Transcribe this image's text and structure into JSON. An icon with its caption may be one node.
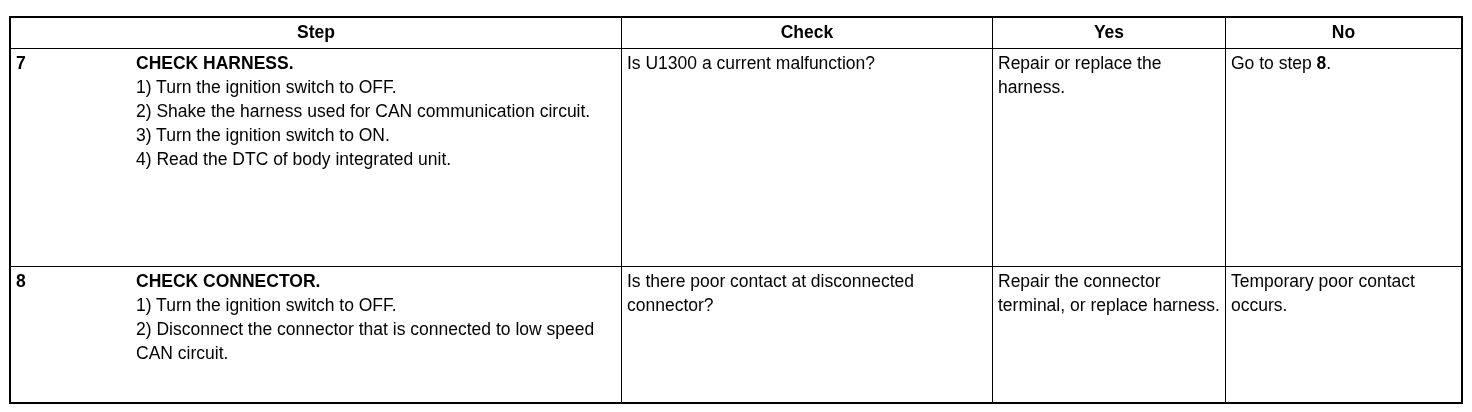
{
  "diagram": {
    "labels": [
      "Step",
      "Check",
      "Yes",
      "No",
      "7",
      "CHECK HARNESS.",
      "1) Turn the ignition switch to OFF.",
      "2) Shake the harness used for CAN communication circuit.",
      "3) Turn the ignition switch to ON.",
      "4) Read the DTC of body integrated unit.",
      "Is U1300 a current malfunction?",
      "Repair or replace the harness.",
      "Go to step **8**.",
      "8",
      "CHECK CONNECTOR.",
      "1) Turn the ignition switch to OFF.",
      "2) Disconnect the connector that is connected to low speed CAN circuit.",
      "Is there poor contact at disconnected connector?",
      "Repair the connector terminal, or replace harness.",
      "Temporary poor contact occurs."
    ]
  }
}
